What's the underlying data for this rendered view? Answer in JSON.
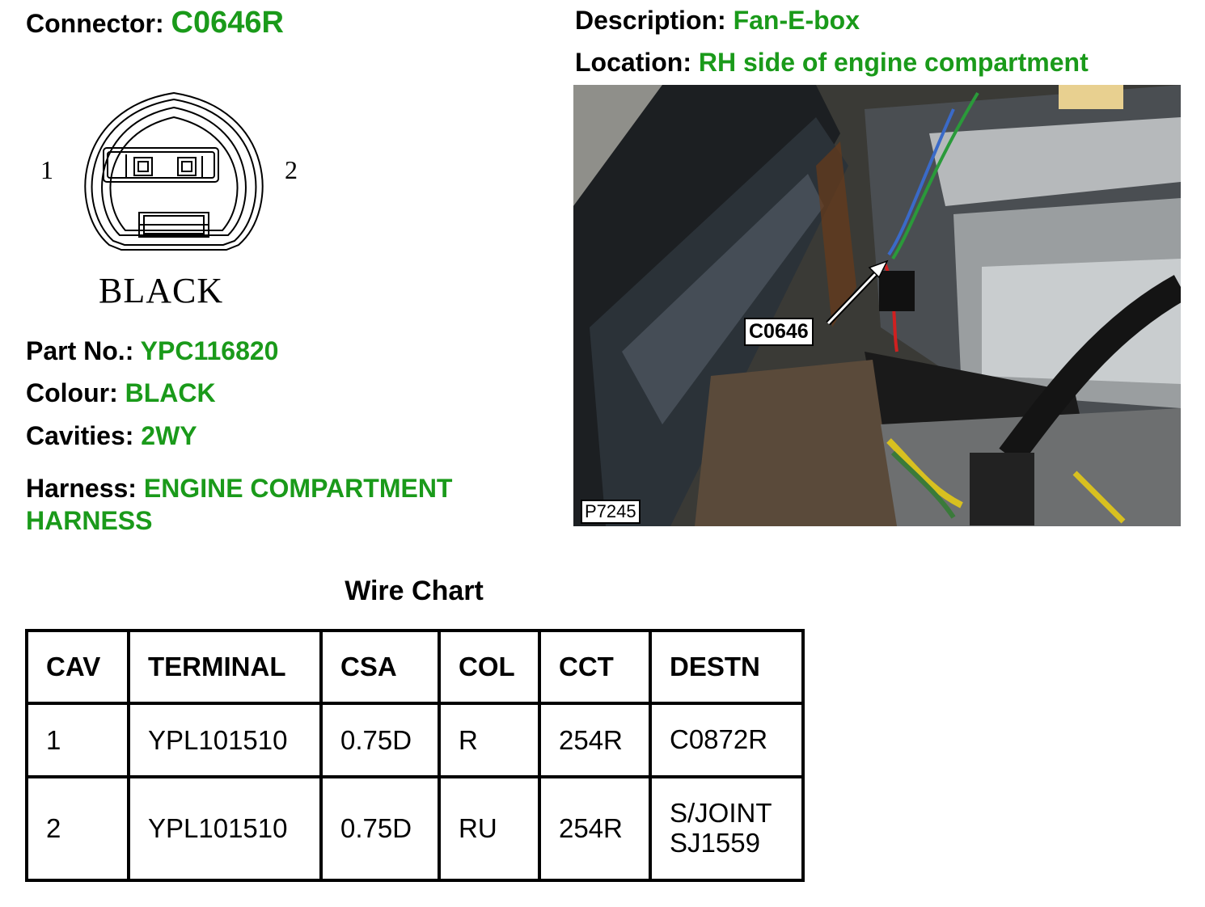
{
  "connector": {
    "label": "Connector:",
    "value": "C0646R"
  },
  "description": {
    "label": "Description:",
    "value": "Fan-E-box"
  },
  "location": {
    "label": "Location:",
    "value": "RH side of engine compartment"
  },
  "diagram": {
    "pin_left": "1",
    "pin_right": "2",
    "colour_text": "BLACK"
  },
  "photo": {
    "callout": "C0646",
    "reference": "P7245"
  },
  "part_no": {
    "label": "Part No.:",
    "value": "YPC116820"
  },
  "colour": {
    "label": "Colour:",
    "value": "BLACK"
  },
  "cavities": {
    "label": "Cavities:",
    "value": "2WY"
  },
  "harness": {
    "label": "Harness:",
    "value_line1": "ENGINE COMPARTMENT",
    "value_line2": "HARNESS"
  },
  "wire_chart": {
    "title": "Wire Chart",
    "headers": [
      "CAV",
      "TERMINAL",
      "CSA",
      "COL",
      "CCT",
      "DESTN"
    ],
    "rows": [
      {
        "cav": "1",
        "terminal": "YPL101510",
        "csa": "0.75D",
        "col": "R",
        "cct": "254R",
        "destn_line1": "C0872R",
        "destn_line2": ""
      },
      {
        "cav": "2",
        "terminal": "YPL101510",
        "csa": "0.75D",
        "col": "RU",
        "cct": "254R",
        "destn_line1": "S/JOINT",
        "destn_line2": "SJ1559"
      }
    ]
  },
  "colors": {
    "value_green": "#1a9a1a"
  }
}
